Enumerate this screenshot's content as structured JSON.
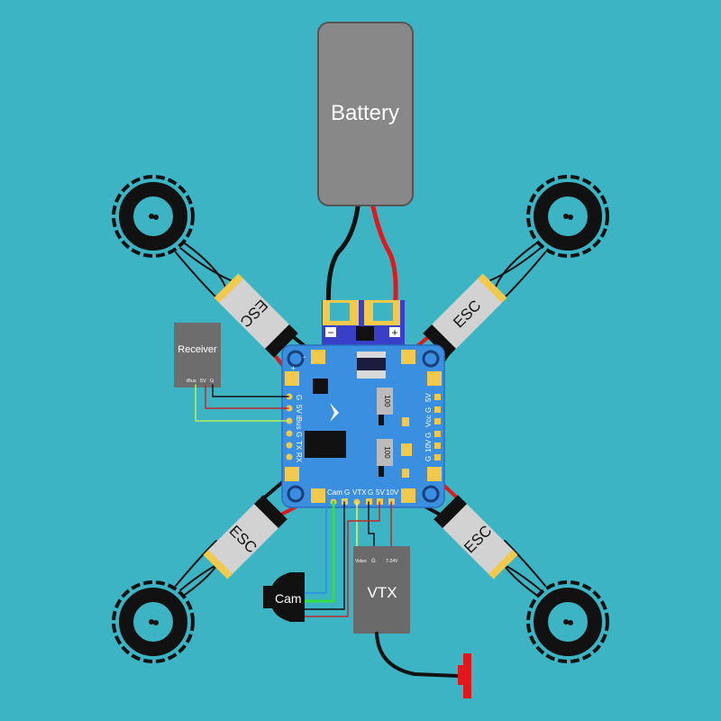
{
  "battery": {
    "label": "Battery",
    "minus": "−",
    "plus": "+"
  },
  "esc": {
    "labels": [
      "ESC",
      "ESC",
      "ESC",
      "ESC"
    ]
  },
  "receiver": {
    "label": "Receiver",
    "pins": [
      "iBus",
      "5V",
      "G"
    ]
  },
  "fc": {
    "left_pads": [
      "G",
      "5V",
      "iBus",
      "G",
      "TX",
      "RX"
    ],
    "right_pads": [
      "5V",
      "G",
      "Vcc",
      "G",
      "10V",
      "G"
    ],
    "bottom_pads": [
      "Cam",
      "G",
      "VTX",
      "G",
      "5V",
      "10V"
    ],
    "inductors": [
      "100",
      "100"
    ],
    "plus": "+",
    "minus": "-"
  },
  "vtx": {
    "label": "VTX",
    "pins": [
      "Video",
      "G",
      "7-24V"
    ]
  },
  "camera": {
    "label": "Cam"
  },
  "colors": {
    "background": "#3cb4c4",
    "board": "#3a8fe0",
    "pad": "#f2c94c",
    "power_red": "#e3161b",
    "ground_black": "#111111",
    "video_green": "#33dd44",
    "video_yellow": "#f0ef5a",
    "signal_blue": "#2a8fe8"
  }
}
